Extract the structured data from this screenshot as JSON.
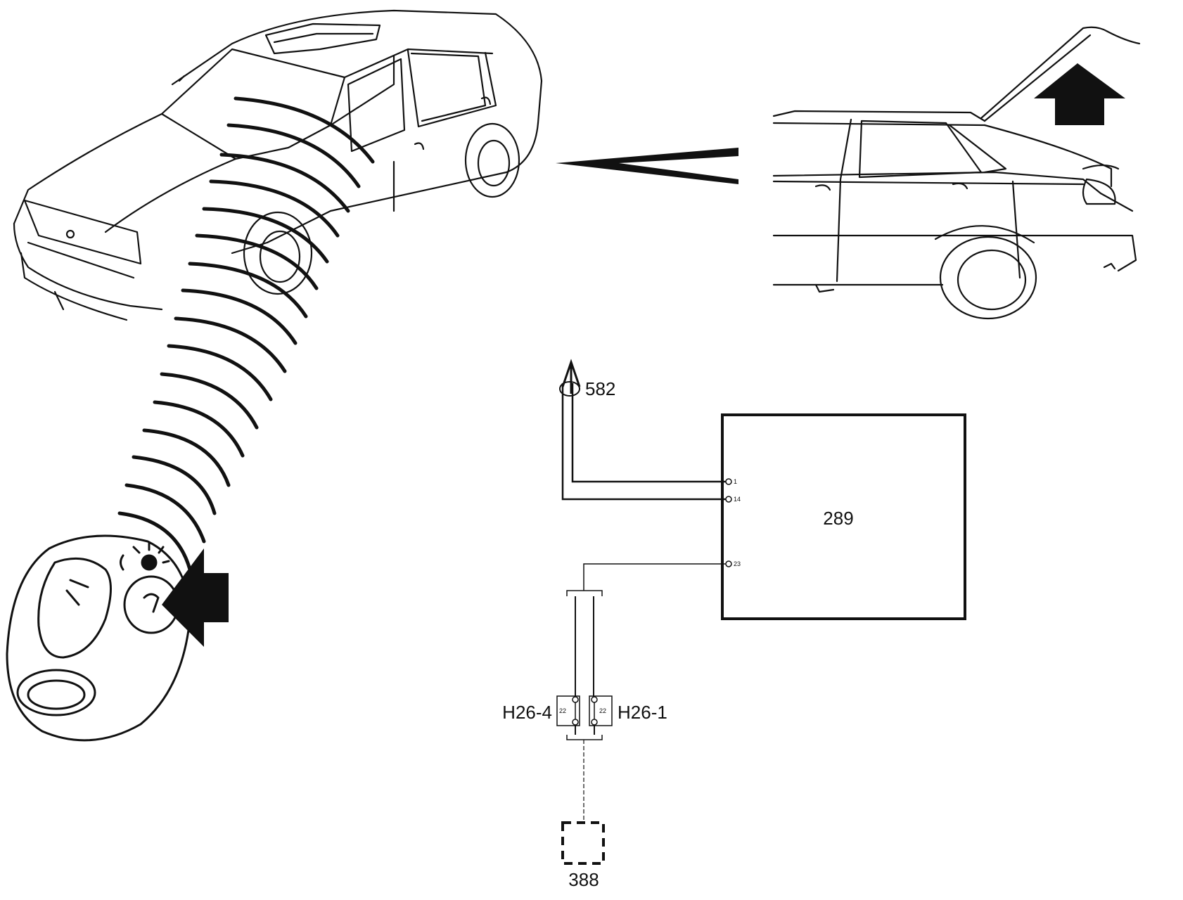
{
  "labels": {
    "module": "289",
    "connector_top": "582",
    "component_bottom": "388",
    "conn_left": "H26-4",
    "conn_right": "H26-1",
    "conn_left_pin": "22",
    "conn_right_pin": "22",
    "pin_a": "1",
    "pin_b": "14",
    "pin_c": "23"
  },
  "colors": {
    "ink": "#111111",
    "background": "#ffffff"
  },
  "icons": {
    "remote": "key-fob-icon",
    "signal": "radio-waves-icon",
    "press": "press-arrow-icon",
    "lift": "up-arrow-icon"
  }
}
